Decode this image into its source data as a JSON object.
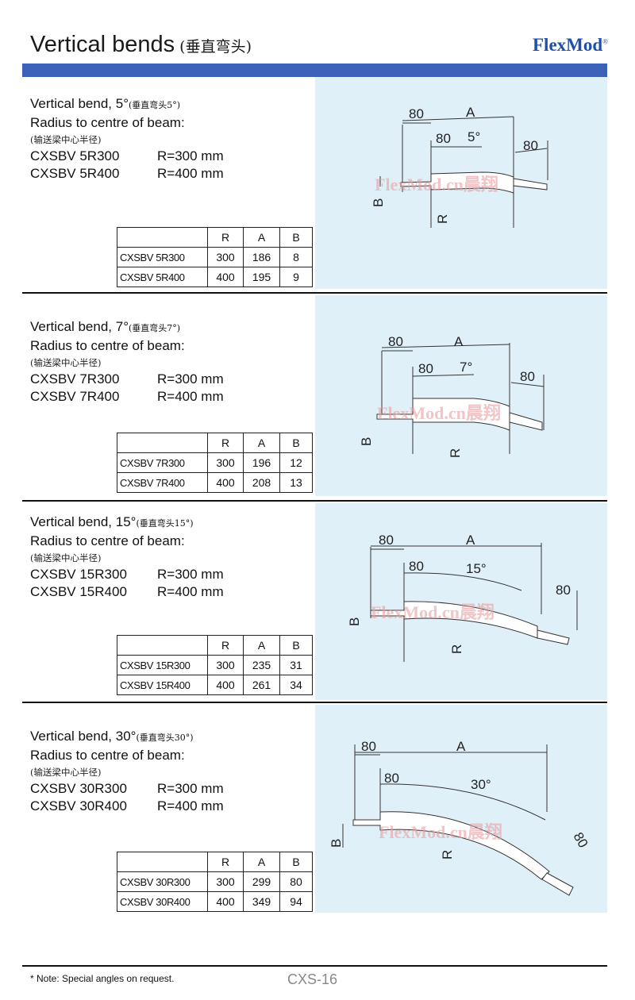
{
  "header": {
    "title": "Vertical bends",
    "title_cn": "(垂直弯头)",
    "brand": "FlexMod",
    "brand_mark": "®"
  },
  "common": {
    "radius_label": "Radius to centre of beam:",
    "radius_cn": "(输送梁中心半径)"
  },
  "sections": [
    {
      "title": "Vertical bend, 5°",
      "title_cn": "(垂直弯头5°)",
      "models": [
        {
          "code": "CXSBV 5R300",
          "radius": "R=300 mm"
        },
        {
          "code": "CXSBV 5R400",
          "radius": "R=400 mm"
        }
      ],
      "table": {
        "headers": [
          "R",
          "A",
          "B"
        ],
        "rows": [
          {
            "name": "CXSBV 5R300",
            "r": "300",
            "a": "186",
            "b": "8"
          },
          {
            "name": "CXSBV 5R400",
            "r": "400",
            "a": "195",
            "b": "9"
          }
        ]
      },
      "diagram": {
        "dim_80": "80",
        "dim_a": "A",
        "angle": "5°",
        "dim_b": "B",
        "dim_r": "R",
        "watermark": "FlexMod.cn晨翔"
      }
    },
    {
      "title": "Vertical bend, 7°",
      "title_cn": "(垂直弯头7°)",
      "models": [
        {
          "code": "CXSBV 7R300",
          "radius": "R=300 mm"
        },
        {
          "code": "CXSBV 7R400",
          "radius": "R=400 mm"
        }
      ],
      "table": {
        "headers": [
          "R",
          "A",
          "B"
        ],
        "rows": [
          {
            "name": "CXSBV 7R300",
            "r": "300",
            "a": "196",
            "b": "12"
          },
          {
            "name": "CXSBV 7R400",
            "r": "400",
            "a": "208",
            "b": "13"
          }
        ]
      },
      "diagram": {
        "dim_80": "80",
        "dim_a": "A",
        "angle": "7°",
        "dim_b": "B",
        "dim_r": "R",
        "watermark": "FlexMod.cn晨翔"
      }
    },
    {
      "title": "Vertical bend, 15°",
      "title_cn": "(垂直弯头15°)",
      "models": [
        {
          "code": "CXSBV 15R300",
          "radius": "R=300 mm"
        },
        {
          "code": "CXSBV 15R400",
          "radius": "R=400 mm"
        }
      ],
      "table": {
        "headers": [
          "R",
          "A",
          "B"
        ],
        "rows": [
          {
            "name": "CXSBV 15R300",
            "r": "300",
            "a": "235",
            "b": "31"
          },
          {
            "name": "CXSBV 15R400",
            "r": "400",
            "a": "261",
            "b": "34"
          }
        ]
      },
      "diagram": {
        "dim_80": "80",
        "dim_a": "A",
        "angle": "15°",
        "dim_b": "B",
        "dim_r": "R",
        "watermark": "FlexMod.cn晨翔"
      }
    },
    {
      "title": "Vertical bend, 30°",
      "title_cn": "(垂直弯头30°)",
      "models": [
        {
          "code": "CXSBV 30R300",
          "radius": "R=300 mm"
        },
        {
          "code": "CXSBV 30R400",
          "radius": "R=400 mm"
        }
      ],
      "table": {
        "headers": [
          "R",
          "A",
          "B"
        ],
        "rows": [
          {
            "name": "CXSBV 30R300",
            "r": "300",
            "a": "299",
            "b": "80"
          },
          {
            "name": "CXSBV 30R400",
            "r": "400",
            "a": "349",
            "b": "94"
          }
        ]
      },
      "diagram": {
        "dim_80": "80",
        "dim_a": "A",
        "angle": "30°",
        "dim_b": "B",
        "dim_r": "R",
        "watermark": "FlexMod.cn晨翔"
      }
    }
  ],
  "footer": {
    "note": "* Note: Special angles on request.",
    "page": "CXS-16"
  }
}
